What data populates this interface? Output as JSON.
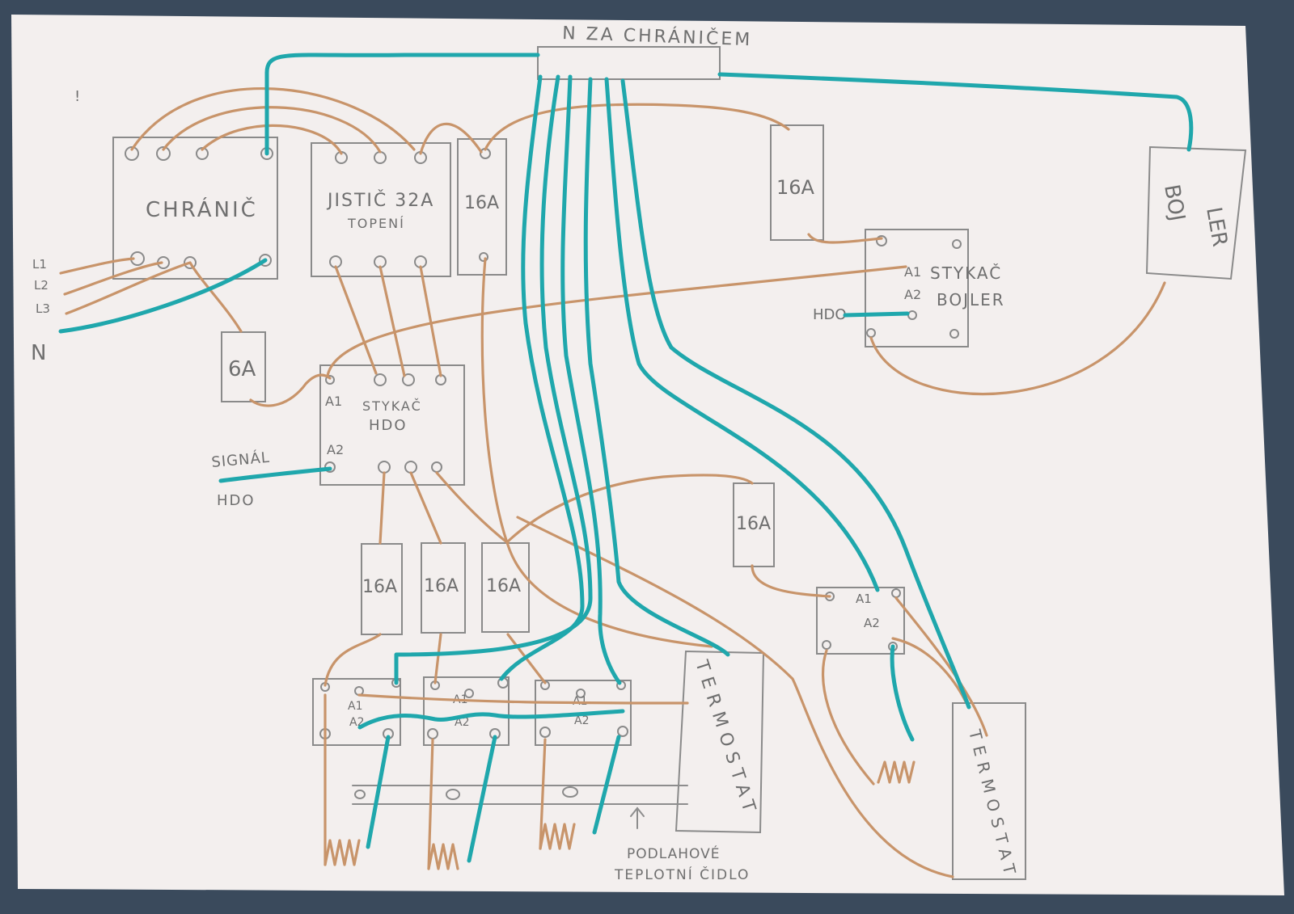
{
  "colors": {
    "paper": "#f3efee",
    "carpet": "#3a4a5c",
    "live_wire": "#c8946a",
    "neutral_wire": "#1fa7ac",
    "pencil": "#8a8a8a",
    "text": "#6f6f6f"
  },
  "labels": {
    "neutral_bar": "N ZA CHRÁNIČEM",
    "rcd": "CHRÁNIČ",
    "breaker_main_line1": "JISTIČ 32A",
    "breaker_main_line2": "TOPENÍ",
    "fuse_top": "16A",
    "fuse_boiler": "16A",
    "boiler_line1": "BOJ",
    "boiler_line2": "LER",
    "contactor_boiler_line1": "STYKAČ",
    "contactor_boiler_line2": "BOJLER",
    "a1": "A1",
    "a2": "A2",
    "hdo": "HDO",
    "fuse_6a": "6A",
    "contactor_hdo_line1": "STYKAČ",
    "contactor_hdo_line2": "HDO",
    "signal_line1": "SIGNÁL",
    "signal_line2": "HDO",
    "fuse_right": "16A",
    "fuse_a": "16A",
    "fuse_b": "16A",
    "fuse_c": "16A",
    "thermostat_left": "TERMOSTAT",
    "thermostat_right": "TERMOSTAT",
    "sensor_line1": "PODLAHOVÉ",
    "sensor_line2": "TEPLOTNÍ ČIDLO",
    "phase_l1": "L1",
    "phase_l2": "L2",
    "phase_l3": "L3",
    "neutral_in": "N",
    "mark": "!"
  }
}
